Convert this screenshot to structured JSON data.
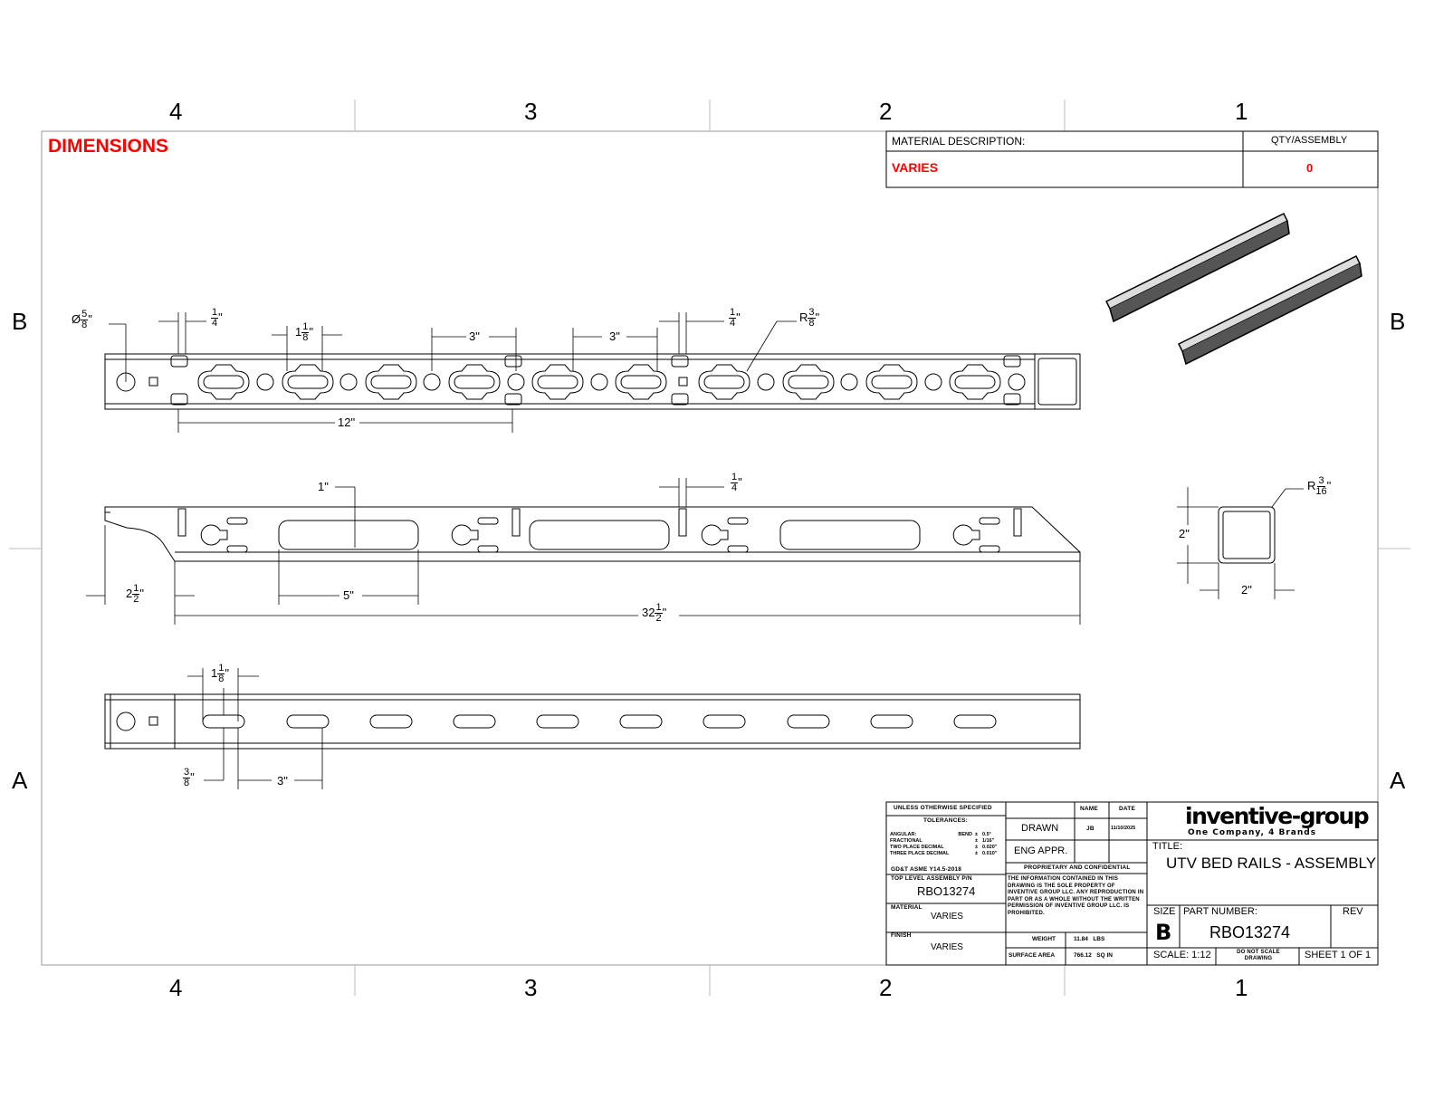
{
  "header": {
    "section_title": "DIMENSIONS"
  },
  "zones": {
    "columns": [
      "4",
      "3",
      "2",
      "1"
    ],
    "rows": [
      "B",
      "A"
    ]
  },
  "material_table": {
    "desc_label": "MATERIAL DESCRIPTION:",
    "qty_label": "QTY/ASSEMBLY",
    "desc_value": "VARIES",
    "qty_value": "0"
  },
  "colors": {
    "accent": "#ff0000",
    "line": "#000000"
  },
  "dimensions": {
    "hole_dia": {
      "prefix": "Ø",
      "num": "5",
      "den": "8",
      "suffix": "\""
    },
    "tab_width_top": {
      "num": "1",
      "den": "4",
      "suffix": "\""
    },
    "slot_len_top": {
      "whole": "1",
      "num": "1",
      "den": "8",
      "suffix": "\""
    },
    "pitch_a": "3\"",
    "pitch_b": "3\"",
    "tab_width_top2": {
      "num": "1",
      "den": "4",
      "suffix": "\""
    },
    "radius_top": {
      "prefix": "R",
      "num": "3",
      "den": "8",
      "suffix": "\""
    },
    "tab_spacing": "12\"",
    "slot_depth": "1\"",
    "tab_width_side": {
      "num": "1",
      "den": "4",
      "suffix": "\""
    },
    "end_offset": {
      "whole": "2",
      "num": "1",
      "den": "2",
      "suffix": "\""
    },
    "slot_len_side": "5\"",
    "overall_len": {
      "whole": "32",
      "num": "1",
      "den": "2",
      "suffix": "\""
    },
    "slot_len_bottom": {
      "whole": "1",
      "num": "1",
      "den": "8",
      "suffix": "\""
    },
    "slot_height_bottom": {
      "num": "3",
      "den": "8",
      "suffix": "\""
    },
    "pitch_bottom": "3\"",
    "tube_radius": {
      "prefix": "R",
      "num": "3",
      "den": "16",
      "suffix": "\""
    },
    "tube_height": "2\"",
    "tube_width": "2\""
  },
  "title_block": {
    "unless": "UNLESS OTHERWISE SPECIFIED",
    "tolerances": "TOLERANCES:",
    "tol_lines": [
      {
        "label": "ANGULAR:",
        "sub": "BEND",
        "pm": "±",
        "val": "0.5°"
      },
      {
        "label": "FRACTIONAL",
        "sub": "",
        "pm": "±",
        "val": "1/16\""
      },
      {
        "label": "TWO PLACE DECIMAL",
        "sub": "",
        "pm": "±",
        "val": "0.020\""
      },
      {
        "label": "THREE PLACE DECIMAL",
        "sub": "",
        "pm": "±",
        "val": "0.010\""
      }
    ],
    "gdt": "GD&T ASME Y14.5-2018",
    "top_level_label": "TOP LEVEL ASSEMBLY P/N",
    "top_level_value": "RBO13274",
    "material_label": "MATERIAL",
    "material_value": "VARIES",
    "finish_label": "FINISH",
    "finish_value": "VARIES",
    "name_header": "NAME",
    "date_header": "DATE",
    "drawn_label": "DRAWN",
    "drawn_name": "JB",
    "drawn_date": "11/10/2025",
    "eng_label": "ENG APPR.",
    "proprietary": "PROPRIETARY AND CONFIDENTIAL",
    "proprietary_text": "THE INFORMATION CONTAINED IN THIS DRAWING IS THE SOLE PROPERTY OF INVENTIVE GROUP LLC. ANY REPRODUCTION IN PART OR AS A WHOLE WITHOUT THE WRITTEN PERMISSION OF INVENTIVE GROUP LLC. IS PROHIBITED.",
    "weight_label": "WEIGHT",
    "weight_value": "11.84   LBS",
    "surface_label": "SURFACE AREA",
    "surface_value": "766.12   SQ IN",
    "logo": "inventive-group",
    "logo_tagline": "One Company, 4 Brands",
    "title_label": "TITLE:",
    "title_value": "UTV BED RAILS - ASSEMBLY",
    "size_label": "SIZE",
    "size_value": "B",
    "part_label": "PART NUMBER:",
    "part_value": "RBO13274",
    "rev_label": "REV",
    "scale": "SCALE: 1:12",
    "do_not_scale": "DO NOT SCALE DRAWING",
    "sheet": "SHEET 1 OF 1"
  }
}
